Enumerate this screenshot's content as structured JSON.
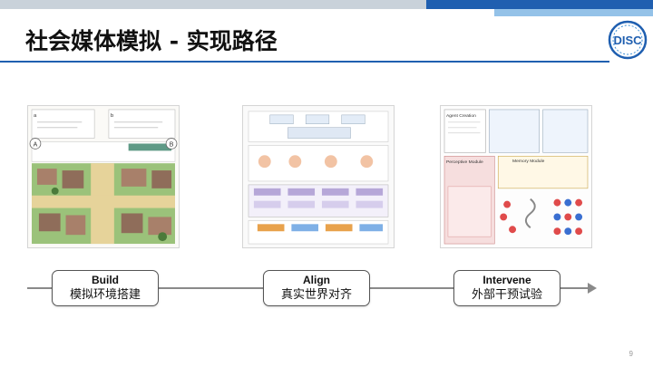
{
  "slide": {
    "title": "社会媒体模拟 - 实现路径",
    "page_number": "9"
  },
  "logo": {
    "text": "DISC",
    "colors": {
      "ring": "#1f5fb0",
      "accent": "#3d8fd6"
    }
  },
  "thumbnails": [
    {
      "label_a": "A",
      "label_b": "B",
      "label_top_left": "a",
      "label_top_right": "b"
    },
    {},
    {
      "module_1": "Perceptive Module",
      "module_2": "Memory Module",
      "module_3": "Agent Creation"
    }
  ],
  "stages": [
    {
      "en": "Build",
      "zh": "模拟环境搭建"
    },
    {
      "en": "Align",
      "zh": "真实世界对齐"
    },
    {
      "en": "Intervene",
      "zh": "外部干预试验"
    }
  ],
  "colors": {
    "primary": "#1f5fb0",
    "band": "#c9d2da"
  }
}
